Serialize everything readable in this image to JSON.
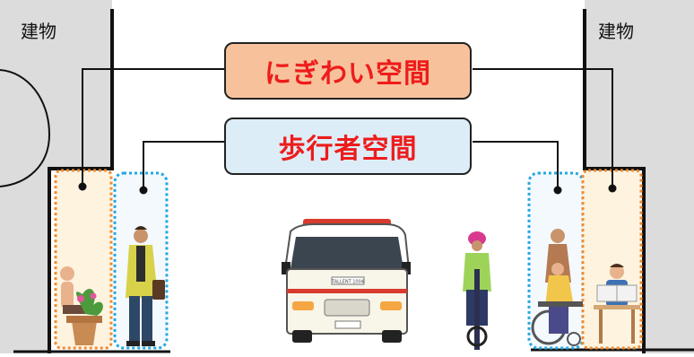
{
  "buildings": {
    "left_label": "建物",
    "right_label": "建物"
  },
  "labels": {
    "nigiwai": "にぎわい空間",
    "hokousha": "歩行者空間"
  },
  "vehicle": {
    "plate_text": "TALLENT 1004"
  },
  "colors": {
    "building": "#dcdcdc",
    "nigiwai_fill": "#f7c29b",
    "hokousha_fill": "#dcedf7",
    "label_text": "#ee1c1c",
    "orange_dots": "#f08a2c",
    "blue_dots": "#22a8e0",
    "zone_fill": "#fdf3df"
  }
}
